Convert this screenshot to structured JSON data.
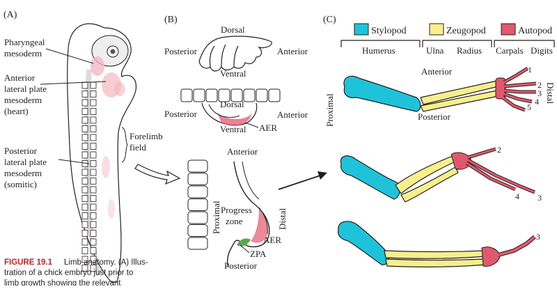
{
  "panels": {
    "a": "(A)",
    "b": "(B)",
    "c": "(C)"
  },
  "panel_a": {
    "pharyngeal": [
      "Pharyngeal",
      "mesoderm"
    ],
    "anterior_lpm": [
      "Anterior",
      "lateral plate",
      "mesoderm",
      "(heart)"
    ],
    "forelimb": [
      "Forelimb",
      "field"
    ],
    "posterior_lpm": [
      "Posterior",
      "lateral plate",
      "mesoderm",
      "(somitic)"
    ]
  },
  "panel_b": {
    "dorsal": "Dorsal",
    "posterior": "Posterior",
    "anterior": "Anterior",
    "ventral": "Ventral",
    "aer": "AER",
    "anterior2": "Anterior",
    "proximal": "Proximal",
    "progress_zone": [
      "Progress",
      "zone"
    ],
    "distal": "Distal",
    "zpa": "ZPA",
    "posterior2": "Posterior"
  },
  "panel_c": {
    "legend": [
      {
        "label": "Stylopod",
        "color": "#1fc3d9"
      },
      {
        "label": "Zeugopod",
        "color": "#f7ef8c"
      },
      {
        "label": "Autopod",
        "color": "#e0586d"
      }
    ],
    "bracket_labels": [
      "Humerus",
      "Ulna",
      "Radius",
      "Carpals",
      "Digits"
    ],
    "anterior": "Anterior",
    "posterior": "Posterior",
    "proximal": "Proximal",
    "distal": "Distal",
    "digits_top": [
      "1",
      "2",
      "3",
      "4",
      "5"
    ],
    "digits_mid": [
      "2",
      "4",
      "3"
    ],
    "digits_bot": [
      "3"
    ]
  },
  "caption": {
    "title": "FIGURE 19.1",
    "lines": [
      "Limb anatomy. (A) Illus-",
      "tration of a chick embryo just prior to",
      "limb growth showing the relevant"
    ]
  },
  "colors": {
    "stylopod": "#1fc3d9",
    "zeugopod": "#f7ef8c",
    "autopod": "#e0586d",
    "mesoderm_pink": "#f2b8c0",
    "zpa_green": "#5aa84c"
  }
}
